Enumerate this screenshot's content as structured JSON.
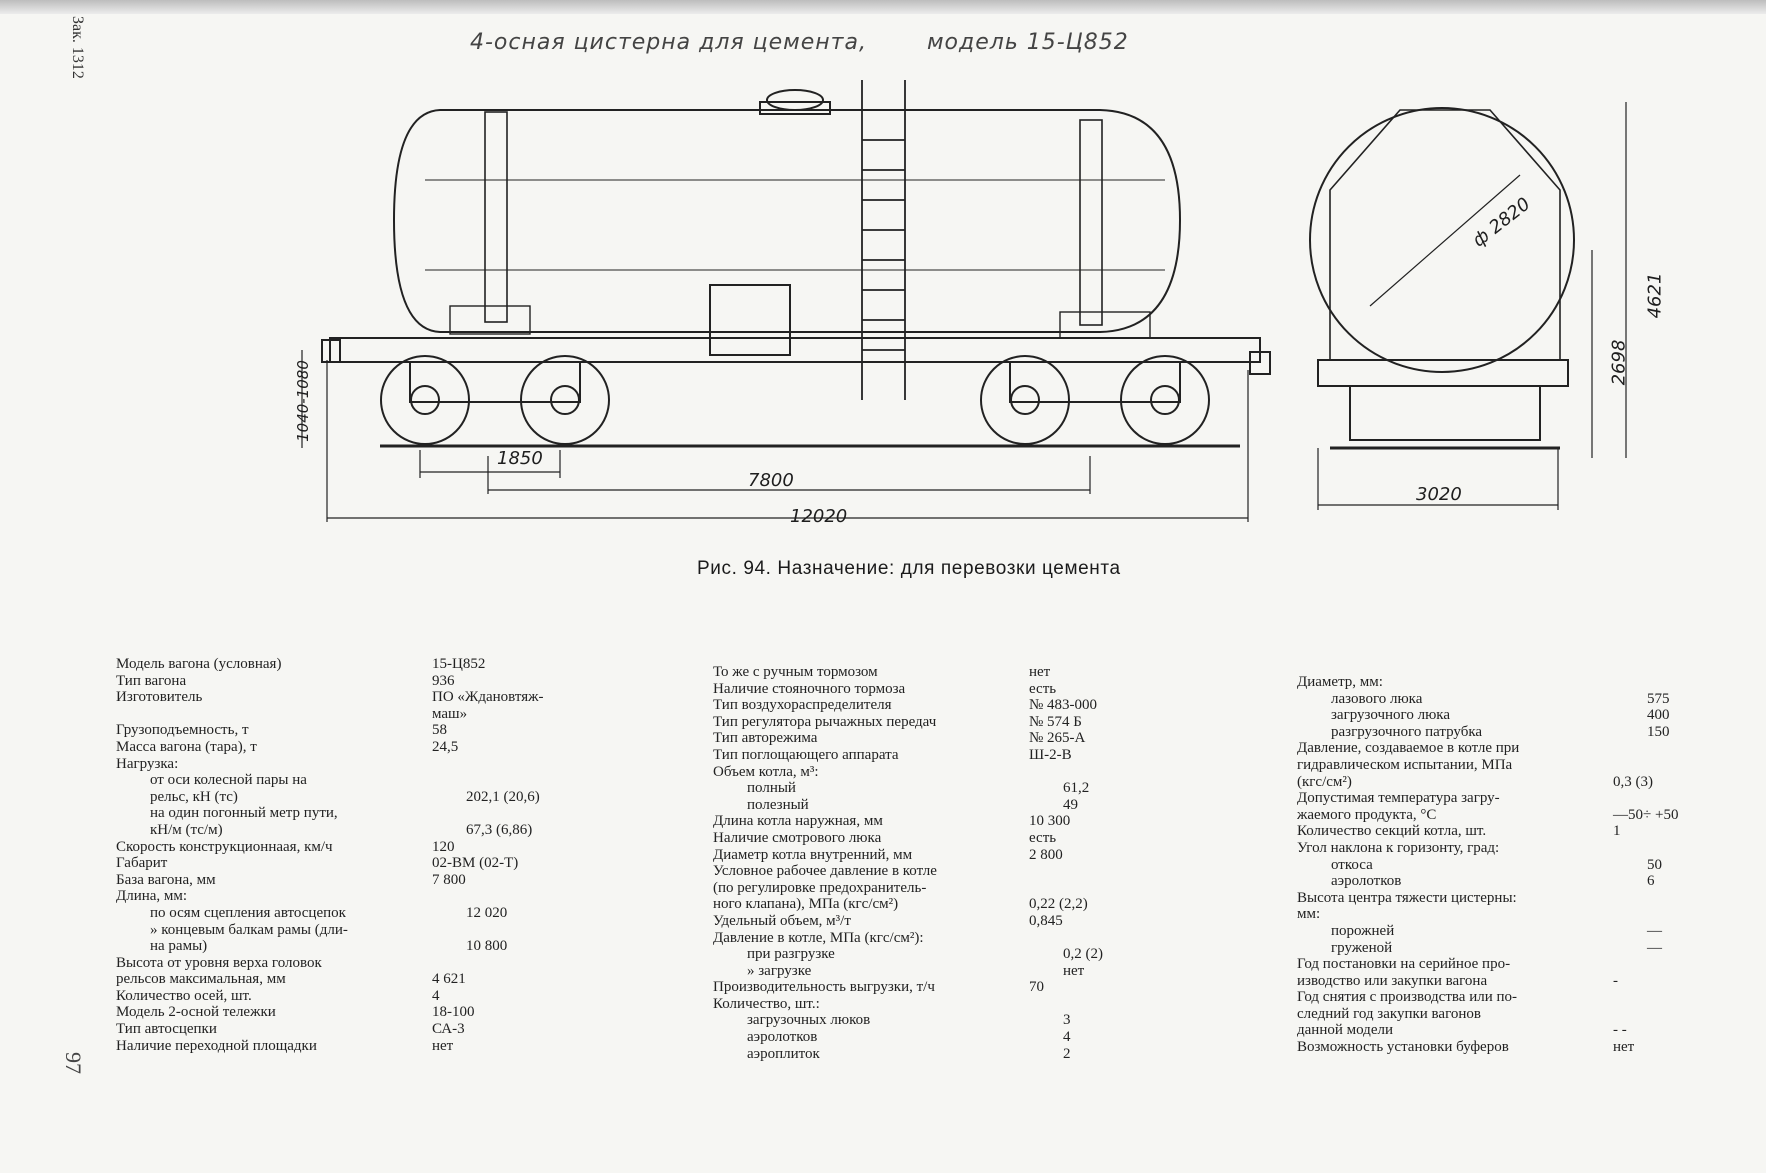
{
  "header": {
    "title_left": "4-осная цистерна для цемента,",
    "title_right": "модель 15-Ц852"
  },
  "margin": {
    "order_text": "Зак. 1312",
    "page_number": "97"
  },
  "drawing": {
    "dims": {
      "wheelbase": "1850",
      "base": "7800",
      "length": "12020",
      "width": "3020",
      "diameter": "ф 2820",
      "height_total": "4621",
      "height_axis": "2698",
      "coupler_height": "1040-1080"
    }
  },
  "caption": "Рис. 94. Назначение: для перевозки цемента",
  "col1": [
    {
      "k": "Модель вагона (условная)",
      "v": "15-Ц852",
      "ind": 0
    },
    {
      "k": "Тип вагона",
      "v": "936",
      "ind": 0
    },
    {
      "k": "Изготовитель",
      "v": "ПО «Ждановтяж-",
      "ind": 0
    },
    {
      "k": "",
      "v": "маш»",
      "ind": 0
    },
    {
      "k": "Грузоподъемность, т",
      "v": "58",
      "ind": 0
    },
    {
      "k": "Масса вагона (тара), т",
      "v": "24,5",
      "ind": 0
    },
    {
      "k": "Нагрузка:",
      "v": "",
      "ind": 0
    },
    {
      "k": "от оси колесной пары на",
      "v": "",
      "ind": 1
    },
    {
      "k": "рельс, кН (тс)",
      "v": "202,1 (20,6)",
      "ind": 1
    },
    {
      "k": "на один погонный метр пути,",
      "v": "",
      "ind": 1
    },
    {
      "k": "кН/м (тс/м)",
      "v": "67,3 (6,86)",
      "ind": 1
    },
    {
      "k": "Скорость конструкционнаая, км/ч",
      "v": "120",
      "ind": 0
    },
    {
      "k": "Габарит",
      "v": "02-ВМ (02-Т)",
      "ind": 0
    },
    {
      "k": "База вагона, мм",
      "v": "7 800",
      "ind": 0
    },
    {
      "k": "Длина, мм:",
      "v": "",
      "ind": 0
    },
    {
      "k": "по осям сцепления автосцепок",
      "v": "12 020",
      "ind": 1
    },
    {
      "k": "» концевым балкам рамы (дли-",
      "v": "",
      "ind": 1
    },
    {
      "k": "на рамы)",
      "v": "10 800",
      "ind": 1
    },
    {
      "k": "Высота от уровня верха головок",
      "v": "",
      "ind": 0
    },
    {
      "k": "рельсов максимальная, мм",
      "v": "4 621",
      "ind": 0
    },
    {
      "k": "Количество осей, шт.",
      "v": "4",
      "ind": 0
    },
    {
      "k": "Модель 2-осной тележки",
      "v": "18-100",
      "ind": 0
    },
    {
      "k": "Тип автосцепки",
      "v": "СА-3",
      "ind": 0
    },
    {
      "k": "Наличие переходной площадки",
      "v": "нет",
      "ind": 0
    }
  ],
  "col2": [
    {
      "k": "То же с ручным тормозом",
      "v": "нет",
      "ind": 0
    },
    {
      "k": "Наличие стояночного тормоза",
      "v": "есть",
      "ind": 0
    },
    {
      "k": "Тип воздухораспределителя",
      "v": "№ 483-000",
      "ind": 0
    },
    {
      "k": "Тип регулятора рычажных передач",
      "v": "№ 574 Б",
      "ind": 0
    },
    {
      "k": "Тип авторежима",
      "v": "№ 265-А",
      "ind": 0
    },
    {
      "k": "Тип поглощающего аппарата",
      "v": "Ш-2-В",
      "ind": 0
    },
    {
      "k": "Объем котла, м³:",
      "v": "",
      "ind": 0
    },
    {
      "k": "полный",
      "v": "61,2",
      "ind": 1
    },
    {
      "k": "полезный",
      "v": "49",
      "ind": 1
    },
    {
      "k": "Длина котла наружная, мм",
      "v": "10 300",
      "ind": 0
    },
    {
      "k": "Наличие смотрового люка",
      "v": "есть",
      "ind": 0
    },
    {
      "k": "Диаметр котла внутренний, мм",
      "v": "2 800",
      "ind": 0
    },
    {
      "k": "Условное рабочее давление в котле",
      "v": "",
      "ind": 0
    },
    {
      "k": "(по регулировке предохранитель-",
      "v": "",
      "ind": 0
    },
    {
      "k": "ного клапана), МПа (кгс/см²)",
      "v": "0,22 (2,2)",
      "ind": 0
    },
    {
      "k": "Удельный объем, м³/т",
      "v": "0,845",
      "ind": 0
    },
    {
      "k": "Давление в котле, МПа (кгс/см²):",
      "v": "",
      "ind": 0
    },
    {
      "k": "при разгрузке",
      "v": "0,2 (2)",
      "ind": 1
    },
    {
      "k": "» загрузке",
      "v": "нет",
      "ind": 1
    },
    {
      "k": "Производительность выгрузки, т/ч",
      "v": "70",
      "ind": 0
    },
    {
      "k": "Количество, шт.:",
      "v": "",
      "ind": 0
    },
    {
      "k": "загрузочных люков",
      "v": "3",
      "ind": 1
    },
    {
      "k": "аэролотков",
      "v": "4",
      "ind": 1
    },
    {
      "k": "аэроплиток",
      "v": "2",
      "ind": 1
    }
  ],
  "col3": [
    {
      "k": "Диаметр, мм:",
      "v": "",
      "ind": 0
    },
    {
      "k": "лазового люка",
      "v": "575",
      "ind": 1
    },
    {
      "k": "загрузочного люка",
      "v": "400",
      "ind": 1
    },
    {
      "k": "разгрузочного патрубка",
      "v": "150",
      "ind": 1
    },
    {
      "k": "Давление, создаваемое в котле при",
      "v": "",
      "ind": 0
    },
    {
      "k": "гидравлическом испытании, МПа",
      "v": "",
      "ind": 0
    },
    {
      "k": "(кгс/см²)",
      "v": "0,3 (3)",
      "ind": 0
    },
    {
      "k": "Допустимая температура загру-",
      "v": "",
      "ind": 0
    },
    {
      "k": "жаемого продукта, °С",
      "v": "—50÷ +50",
      "ind": 0
    },
    {
      "k": "Количество секций котла, шт.",
      "v": "1",
      "ind": 0
    },
    {
      "k": "Угол наклона к горизонту, град:",
      "v": "",
      "ind": 0
    },
    {
      "k": "откоса",
      "v": "50",
      "ind": 1
    },
    {
      "k": "аэролотков",
      "v": "6",
      "ind": 1
    },
    {
      "k": "Высота центра тяжести цистерны:",
      "v": "",
      "ind": 0
    },
    {
      "k": "мм:",
      "v": "",
      "ind": 0
    },
    {
      "k": "порожней",
      "v": "—",
      "ind": 1
    },
    {
      "k": "груженой",
      "v": "—",
      "ind": 1
    },
    {
      "k": "Год постановки на серийное про-",
      "v": "",
      "ind": 0
    },
    {
      "k": "изводство или закупки вагона",
      "v": "-",
      "ind": 0
    },
    {
      "k": "Год снятия с производства или по-",
      "v": "",
      "ind": 0
    },
    {
      "k": "следний год закупки вагонов",
      "v": "",
      "ind": 0
    },
    {
      "k": "данной модели",
      "v": "- -",
      "ind": 0
    },
    {
      "k": "Возможность установки буферов",
      "v": "нет",
      "ind": 0
    }
  ]
}
